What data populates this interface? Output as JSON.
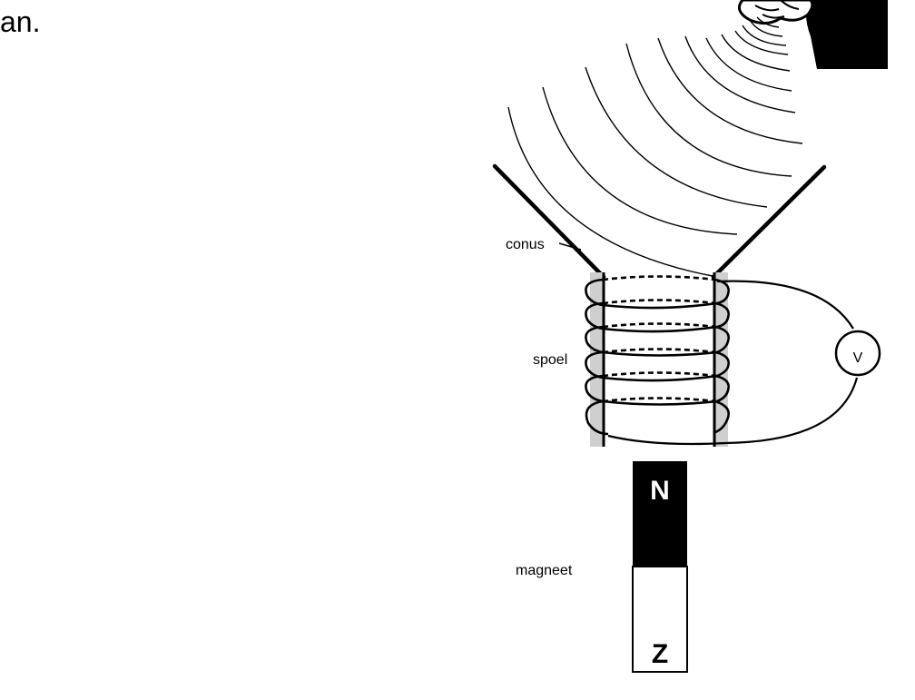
{
  "header": {
    "text_fragment": "an."
  },
  "diagram": {
    "labels": {
      "cone": "conus",
      "coil": "spoel",
      "magnet": "magneet",
      "voltmeter": "V",
      "north_pole": "N",
      "south_pole": "Z"
    },
    "colors": {
      "ink": "#000000",
      "coil_sleeve": "#cfcfcf",
      "background": "#ffffff"
    }
  }
}
